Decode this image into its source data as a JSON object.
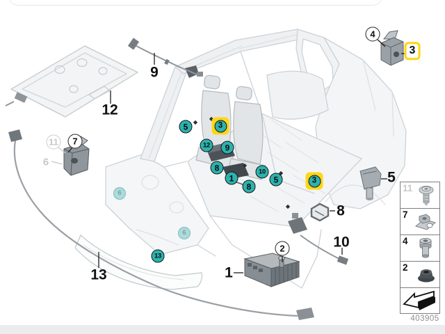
{
  "callouts": {
    "teal": [
      {
        "label": "5"
      },
      {
        "label": "12"
      },
      {
        "label": "9"
      },
      {
        "label": "8"
      },
      {
        "label": "1"
      },
      {
        "label": "10"
      },
      {
        "label": "5"
      },
      {
        "label": "8"
      },
      {
        "label": "13"
      }
    ],
    "highlighted": [
      {
        "label": "3"
      },
      {
        "label": "3"
      }
    ],
    "boxed": [
      {
        "label": "3"
      }
    ],
    "circled": [
      {
        "label": "4"
      },
      {
        "label": "7"
      },
      {
        "label": "2"
      }
    ],
    "circled_muted": [
      {
        "label": "11"
      }
    ],
    "ghost": [
      {
        "label": "6"
      },
      {
        "label": "6"
      }
    ]
  },
  "part_labels": [
    {
      "text": "12"
    },
    {
      "text": "9"
    },
    {
      "text": "13"
    },
    {
      "text": "1"
    },
    {
      "text": "8"
    },
    {
      "text": "10"
    },
    {
      "text": "5"
    }
  ],
  "muted_labels": [
    {
      "text": "6"
    }
  ],
  "parts_table": {
    "rows": [
      {
        "num": "11",
        "icon": "flanged-screw-icon",
        "muted": true
      },
      {
        "num": "7",
        "icon": "clip-nut-icon",
        "muted": false
      },
      {
        "num": "4",
        "icon": "socket-head-bolt-icon",
        "muted": false
      },
      {
        "num": "2",
        "icon": "flange-nut-icon",
        "muted": false
      }
    ],
    "arrow_icon": "direction-arrow-icon"
  },
  "footer": {
    "code": "403905"
  },
  "colors": {
    "callout_teal": "#2cb2ae",
    "highlight_yellow": "#fed616",
    "muted_gray": "#c9c9c9",
    "drawing_gray": "#cdd2d6"
  }
}
